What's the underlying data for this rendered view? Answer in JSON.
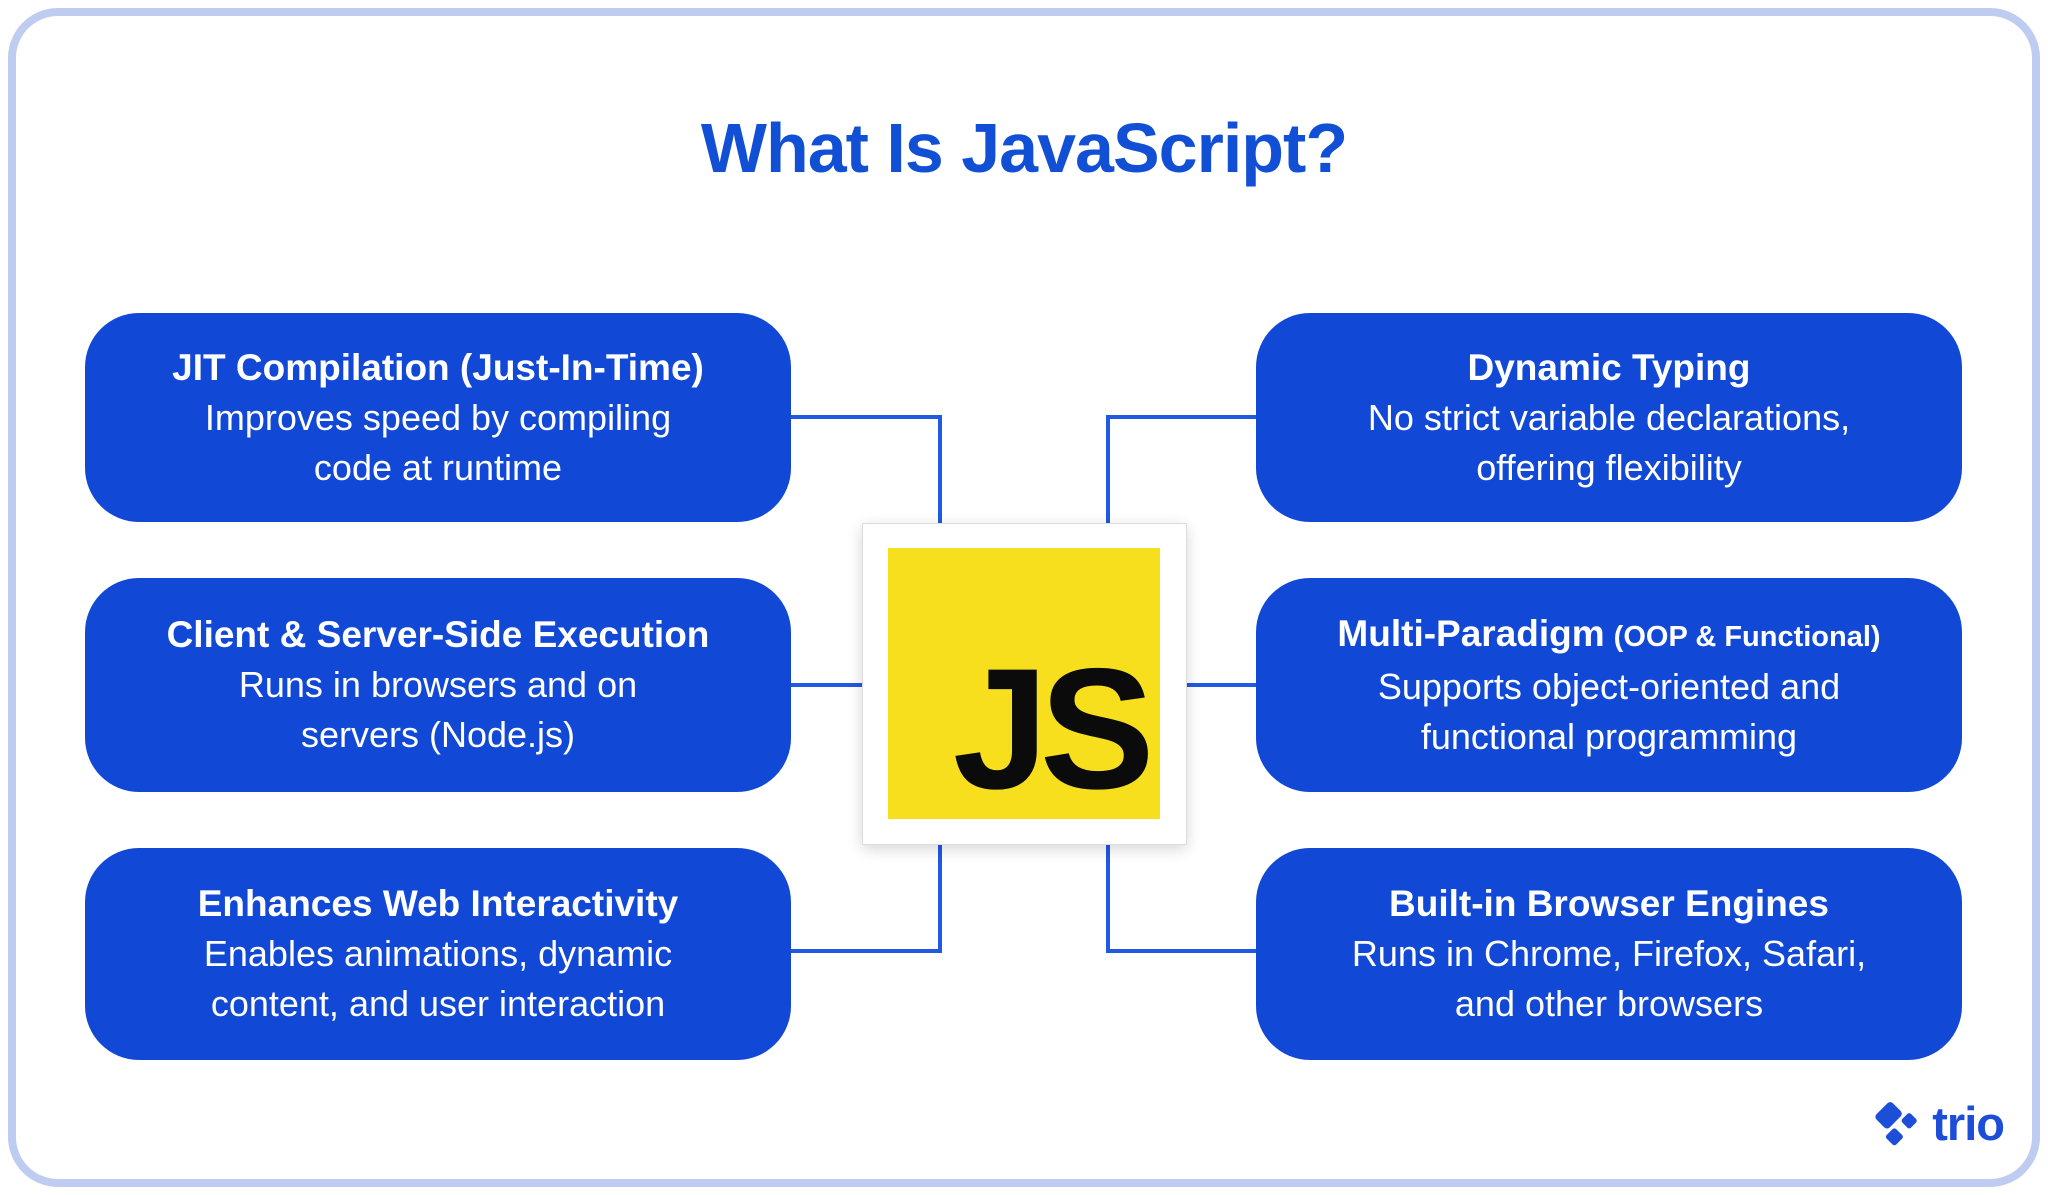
{
  "page": {
    "title": "What Is JavaScript?"
  },
  "center": {
    "logo_text": "JS"
  },
  "features": [
    {
      "id": "jit-compilation",
      "position": "left-top",
      "title": "JIT Compilation (Just-In-Time)",
      "body": "Improves speed by compiling\ncode at runtime"
    },
    {
      "id": "client-server-execution",
      "position": "left-middle",
      "title": "Client & Server-Side Execution",
      "body": "Runs in browsers and on\nservers (Node.js)"
    },
    {
      "id": "web-interactivity",
      "position": "left-bottom",
      "title": "Enhances Web Interactivity",
      "body": "Enables animations, dynamic\ncontent, and user interaction"
    },
    {
      "id": "dynamic-typing",
      "position": "right-top",
      "title": "Dynamic Typing",
      "body": "No strict variable declarations,\noffering flexibility"
    },
    {
      "id": "multi-paradigm",
      "position": "right-middle",
      "title": "Multi-Paradigm",
      "title_suffix": "(OOP & Functional)",
      "body": "Supports object-oriented and\nfunctional programming"
    },
    {
      "id": "browser-engines",
      "position": "right-bottom",
      "title": "Built-in Browser Engines",
      "body": "Runs in Chrome, Firefox, Safari,\nand other browsers"
    }
  ],
  "footer": {
    "brand": "trio"
  },
  "colors": {
    "box_blue": "#1149d6",
    "title_blue": "#1150d5",
    "line_blue": "#2059e2",
    "js_yellow": "#f7df1e",
    "frame_border": "#bfccf2",
    "trio_blue": "#1d4ed8"
  }
}
